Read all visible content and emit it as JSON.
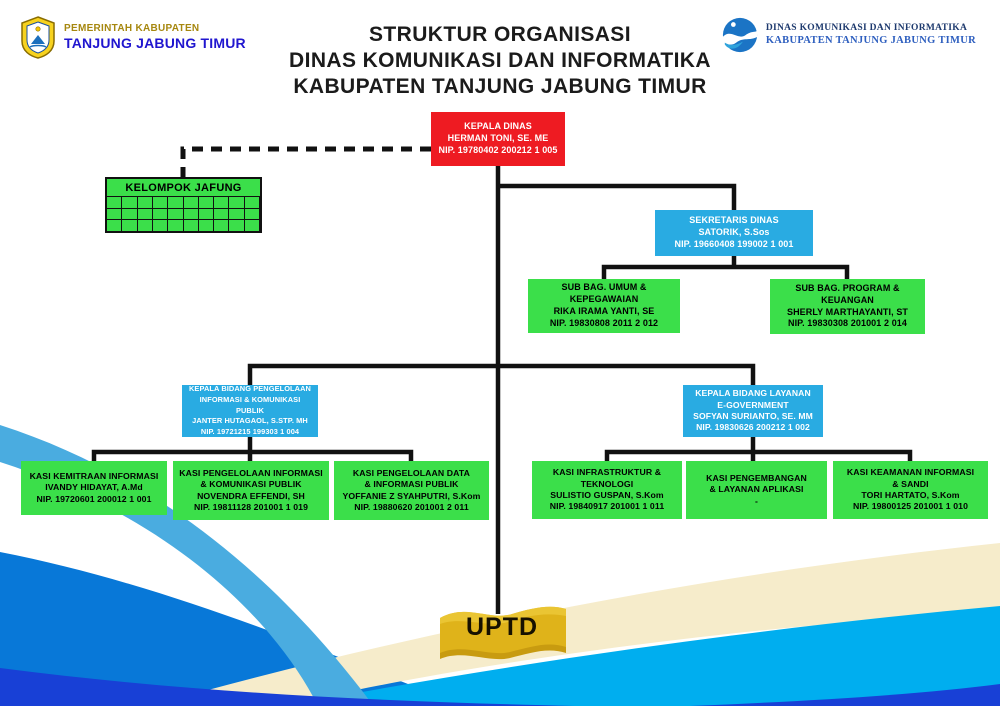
{
  "header": {
    "left_logo": {
      "org": "PEMERINTAH KABUPATEN",
      "region": "TANJUNG JABUNG TIMUR"
    },
    "right_logo": {
      "org": "DINAS KOMUNIKASI DAN INFORMATIKA",
      "region": "KABUPATEN TANJUNG JABUNG TIMUR"
    },
    "title": {
      "line1": "STRUKTUR ORGANISASI",
      "line2": "DINAS KOMUNIKASI DAN INFORMATIKA",
      "line3": "KABUPATEN TANJUNG JABUNG TIMUR"
    }
  },
  "org": {
    "kepala_dinas": {
      "title": "KEPALA DINAS",
      "name": "HERMAN TONI, SE. ME",
      "nip": "NIP. 19780402 200212 1 005"
    },
    "kelompok_jafung": {
      "title": "KELOMPOK JAFUNG",
      "rows": 3,
      "cols": 10
    },
    "sekretaris": {
      "title": "SEKRETARIS DINAS",
      "name": "SATORIK, S.Sos",
      "nip": "NIP. 19660408 199002 1 001"
    },
    "subbag_umum": {
      "title1": "SUB BAG. UMUM &",
      "title2": "KEPEGAWAIAN",
      "name": "RIKA IRAMA YANTI, SE",
      "nip": "NIP. 19830808 2011 2 012"
    },
    "subbag_program": {
      "title1": "SUB BAG. PROGRAM &",
      "title2": "KEUANGAN",
      "name": "SHERLY MARTHAYANTI, ST",
      "nip": "NIP. 19830308 201001 2 014"
    },
    "bidang_pikp": {
      "title1": "KEPALA BIDANG PENGELOLAAN",
      "title2": "INFORMASI & KOMUNIKASI PUBLIK",
      "name": "JANTER HUTAGAOL, S.STP. MH",
      "nip": "NIP. 19721215 199303 1 004"
    },
    "bidang_egov": {
      "title1": "KEPALA BIDANG LAYANAN",
      "title2": "E-GOVERNMENT",
      "name": "SOFYAN SURIANTO, SE. MM",
      "nip": "NIP. 19830626 200212 1 002"
    },
    "kasi_kemitraan": {
      "title1": "KASI KEMITRAAN INFORMASI",
      "name": "IVANDY HIDAYAT, A.Md",
      "nip": "NIP. 19720601 200012 1 001"
    },
    "kasi_pengelolaan_informasi": {
      "title1": "KASI PENGELOLAAN INFORMASI",
      "title2": "& KOMUNIKASI PUBLIK",
      "name": "NOVENDRA EFFENDI, SH",
      "nip": "NIP. 19811128 201001 1 019"
    },
    "kasi_pengelolaan_data": {
      "title1": "KASI PENGELOLAAN DATA",
      "title2": "& INFORMASI PUBLIK",
      "name": "YOFFANIE Z SYAHPUTRI, S.Kom",
      "nip": "NIP. 19880620 201001 2 011"
    },
    "kasi_infrastruktur": {
      "title1": "KASI INFRASTRUKTUR &",
      "title2": "TEKNOLOGI",
      "name": "SULISTIO GUSPAN, S.Kom",
      "nip": "NIP. 19840917 201001 1 011"
    },
    "kasi_pengembangan": {
      "title1": "KASI PENGEMBANGAN",
      "title2": "& LAYANAN APLIKASI",
      "name": "-"
    },
    "kasi_keamanan": {
      "title1": "KASI KEAMANAN INFORMASI",
      "title2": "& SANDI",
      "name": "TORI HARTATO, S.Kom",
      "nip": "NIP. 19800125 201001 1 010"
    }
  },
  "uptd": {
    "label": "UPTD"
  },
  "colors": {
    "box_red": "#ee1b22",
    "box_blue": "#29abe2",
    "box_green": "#3bdf4a",
    "flag_gold": "#dfb31a",
    "wave_cyan": "#00aeef",
    "wave_bright_blue": "#0878d8",
    "wave_light_blue": "#4aace0",
    "wave_dark_blue": "#1840d6",
    "wave_cream": "#f6eccb",
    "connector": "#111111"
  }
}
